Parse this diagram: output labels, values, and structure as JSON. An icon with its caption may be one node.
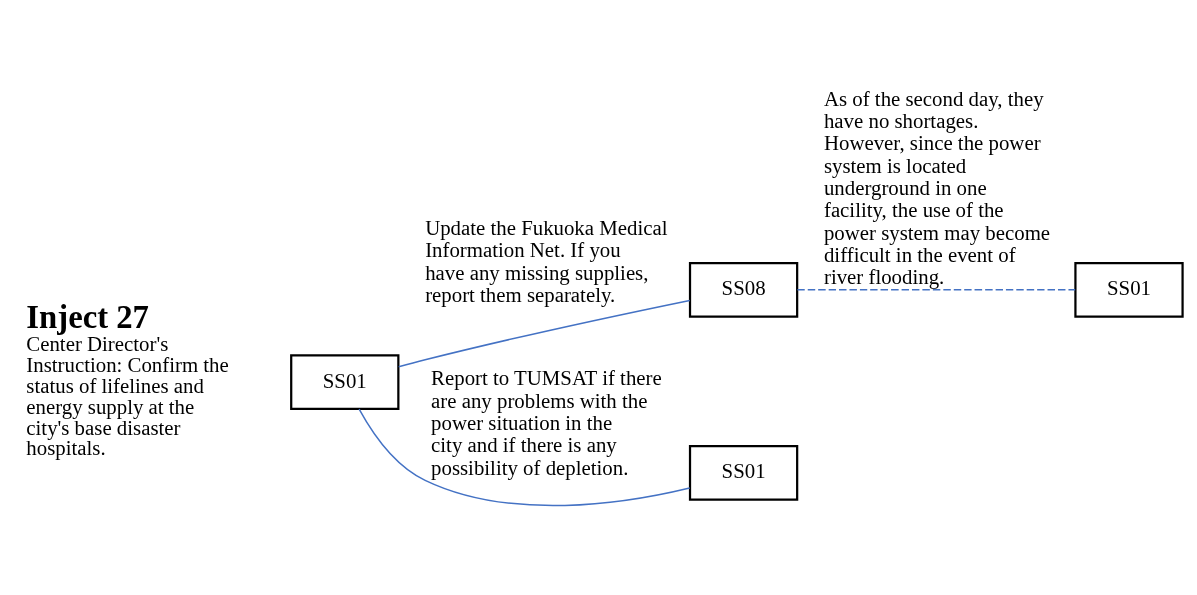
{
  "diagram": {
    "nodes": [
      {
        "text": [
          "SS01"
        ]
      },
      {
        "text": [
          "SS08"
        ]
      },
      {
        "text": [
          "SS01"
        ]
      },
      {
        "text": [
          "SS01"
        ]
      }
    ],
    "edges": [
      {
        "from": 0,
        "to": 1,
        "arrow": "none",
        "label": "Update the Fukuoka Medical Information Net. If you have any missing supplies, report them separately."
      },
      {
        "from": 1,
        "to": 2,
        "arrow": "none",
        "style": "dashed",
        "label": "As of the second day, they have no shortages. However, since the power system is located underground in one facility, the use of the power system may become difficult in the event of river flooding."
      },
      {
        "from": 0,
        "to": 3,
        "arrow": "none",
        "label": "Report to TUMSAT if there are any problems with the power situation in the city and if there is any possibility of depletion."
      }
    ],
    "labels": [
      "Inject 27",
      "Center Director's Instruction: Confirm the status of lifelines and energy supply at the city's base disaster hospitals."
    ]
  }
}
